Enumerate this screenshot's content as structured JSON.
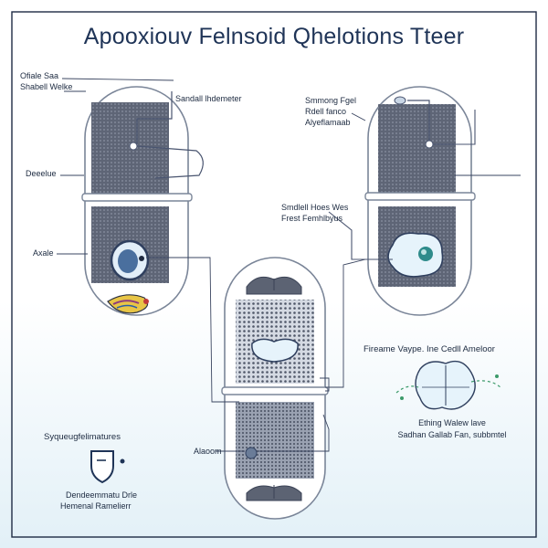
{
  "title": "Apooxiouv Felnsoid Qhelotions Tteer",
  "labels": {
    "top_left_1": "Ofiale Saа",
    "top_left_2": "Shabell Welke",
    "left_inner_top": "Sandall lhdemeter",
    "left_mid": "Deeelue",
    "left_low": "Axale",
    "right_top_1": "Smmong Fgel",
    "right_top_2": "Rdell fanco",
    "right_top_3": "Alyeflamaab",
    "right_mid_1": "Smdlell Hoes Wes",
    "right_mid_2": "Frest Femhlbyus",
    "right_section_title": "Fireame Vaype. Ine Cedll Ameloor",
    "right_bottom_1": "Ething Walew lave",
    "right_bottom_2": "Sadhan Gallab Fan, subbmtel",
    "bottom_left_title": "Syqueugfelimatures",
    "bottom_left_1": "Dendeemmatu Drle",
    "bottom_left_2": "Hemenal Ramelierr",
    "center_left": "Alaoom"
  },
  "colors": {
    "outline": "#7a8598",
    "screen": "#5c6373",
    "accent_blue": "#4a6f9e",
    "cell_fill": "#e6f3fb",
    "teal": "#2e8b8b",
    "green_dash": "#3c9a6a",
    "gradient_top": "#ffffff",
    "gradient_bottom": "#e2f0f7"
  },
  "icons": [
    "shield-icon",
    "microbe-icon",
    "cell-blob-icon",
    "eye-capsule-icon"
  ]
}
